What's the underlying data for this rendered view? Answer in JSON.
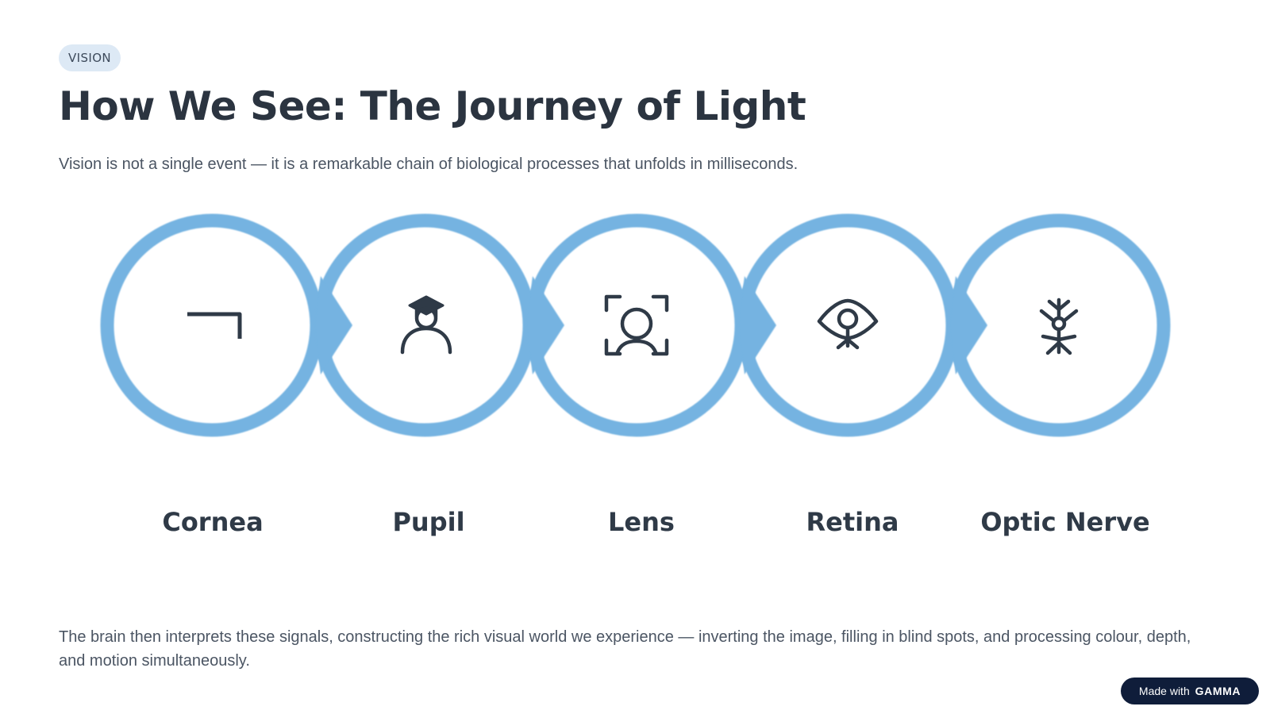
{
  "tag": "VISION",
  "title": "How We See: The Journey of Light",
  "subtitle": "Vision is not a single event — it is a remarkable chain of biological processes that unfolds in milliseconds.",
  "colors": {
    "accent": "#74b3e1",
    "title": "#2b3440",
    "body": "#4b5563",
    "icon": "#2f3a47",
    "badge_bg": "#0f1d3a"
  },
  "steps": [
    {
      "label": "Cornea",
      "icon": "corner-bracket-icon"
    },
    {
      "label": "Pupil",
      "icon": "graduate-icon"
    },
    {
      "label": "Lens",
      "icon": "face-scan-icon"
    },
    {
      "label": "Retina",
      "icon": "eye-icon"
    },
    {
      "label": "Optic Nerve",
      "icon": "neuron-icon"
    }
  ],
  "footer": "The brain then interprets these signals, constructing the rich visual world we experience — inverting the image, filling in blind spots, and processing colour, depth, and motion simultaneously.",
  "badge": {
    "prefix": "Made with",
    "brand": "GAMMA"
  }
}
